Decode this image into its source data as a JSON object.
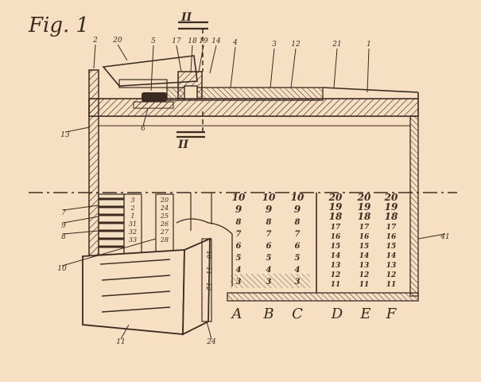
{
  "figure": {
    "title": "Fig. 1",
    "section_marks": {
      "top": "II",
      "bottom": "II"
    },
    "ref_numerals": [
      "2",
      "20",
      "5",
      "17",
      "18",
      "19",
      "14",
      "4",
      "3",
      "12",
      "21",
      "1",
      "13",
      "6",
      "7",
      "9",
      "8",
      "10",
      "11",
      "24",
      "41"
    ],
    "column_letters": [
      "A",
      "B",
      "C",
      "D",
      "E",
      "F"
    ],
    "columns_left": [
      [
        "10",
        "9",
        "8",
        "7",
        "6",
        "5",
        "4",
        "3"
      ],
      [
        "10",
        "9",
        "8",
        "7",
        "6",
        "5",
        "4",
        "3"
      ],
      [
        "10",
        "9",
        "8",
        "7",
        "6",
        "5",
        "4",
        "3"
      ]
    ],
    "columns_right": [
      [
        "20",
        "19",
        "18",
        "17",
        "16",
        "15",
        "14",
        "13",
        "12",
        "11"
      ],
      [
        "20",
        "19",
        "18",
        "17",
        "16",
        "15",
        "14",
        "13",
        "12",
        "11"
      ],
      [
        "20",
        "19",
        "18",
        "17",
        "16",
        "15",
        "14",
        "13",
        "12",
        "11"
      ]
    ],
    "drum_numbers_a": [
      "3",
      "2",
      "1",
      "31",
      "32",
      "33"
    ],
    "drum_numbers_b": [
      "20",
      "24",
      "25",
      "26",
      "27",
      "28"
    ],
    "flap_numbers": [
      "10",
      "11",
      "12"
    ]
  },
  "colors": {
    "paper": "#f7dfc4",
    "ink": "#3b2a20"
  }
}
